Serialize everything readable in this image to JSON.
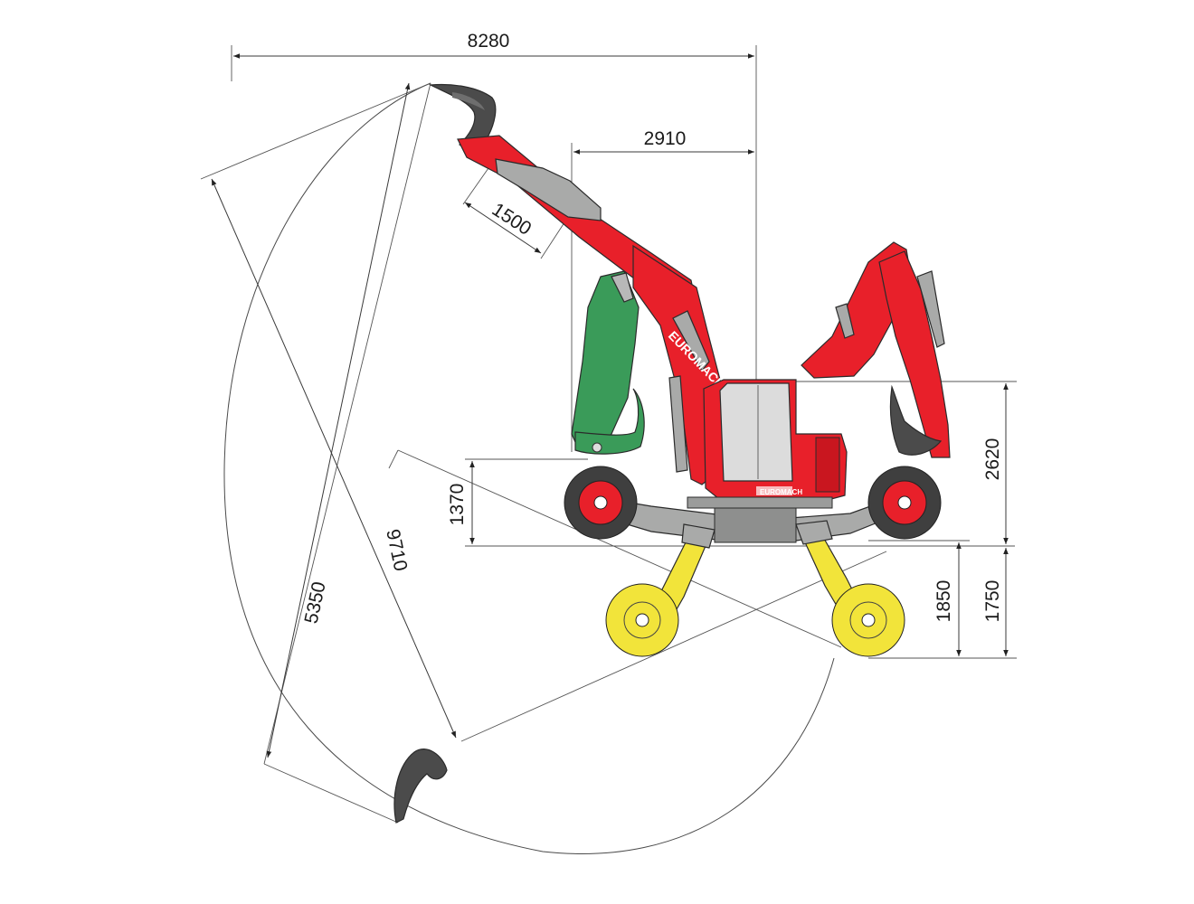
{
  "brand": {
    "logo_text": "EUROMACH",
    "machine_label": "EUROMACH",
    "colors": {
      "machine_red": "#e8202a",
      "alt_arm_green": "#3a9b59",
      "lowered_legs_yellow": "#f2e43a",
      "steel_grey": "#a9aaa9",
      "dark_bucket": "#4b4b4b"
    }
  },
  "dimensions": {
    "overall_reach": "8280",
    "cab_to_front": "2910",
    "boom_extension": "1500",
    "ground_clearance": "1370",
    "rear_height": "2620",
    "lowered_wheel_1": "1850",
    "lowered_wheel_2": "1750",
    "dig_depth": "5350",
    "radius": "9710"
  }
}
